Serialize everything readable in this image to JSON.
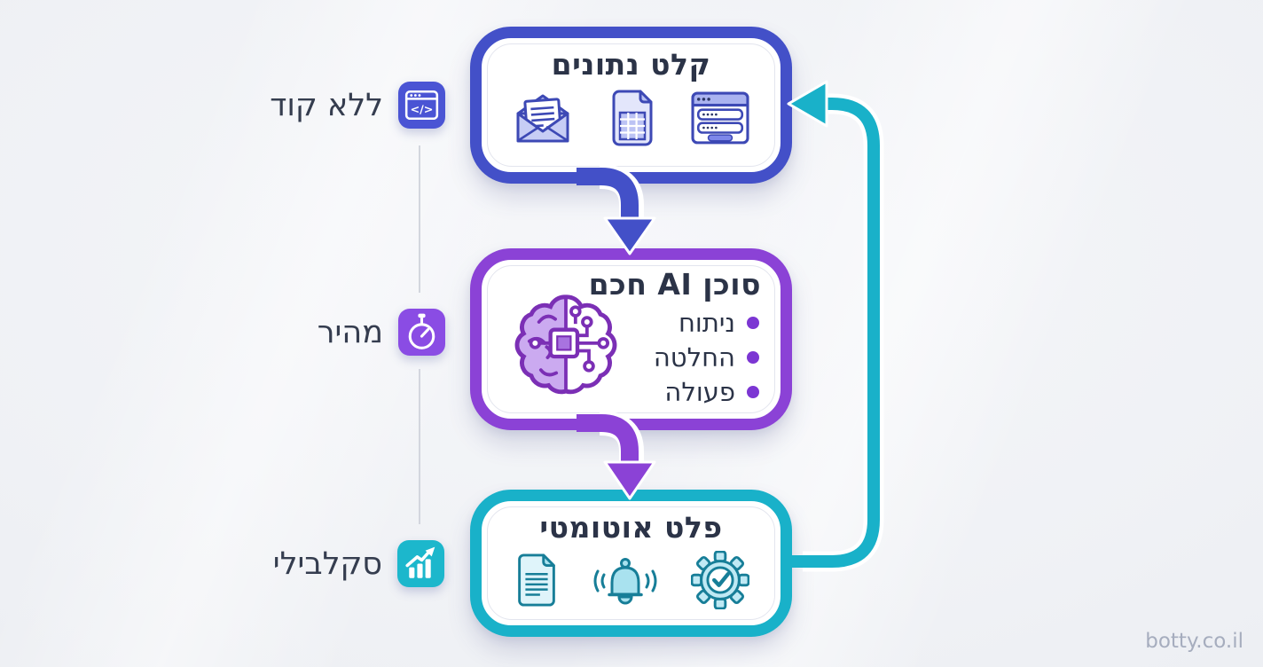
{
  "image": {
    "watermark": "botty.co.il"
  },
  "colors": {
    "indigo": "#4350c8",
    "purple": "#8b42d6",
    "teal": "#19b1c9",
    "title_text": "#2b3347",
    "label_text": "#353d4f"
  },
  "flow": {
    "input_box": {
      "title": "קלט נתונים",
      "icons": [
        "open-email-icon",
        "spreadsheet-icon",
        "web-form-icon"
      ]
    },
    "agent_box": {
      "title": "סוכן AI חכם",
      "icon": "ai-brain-icon",
      "bullets": [
        "ניתוח",
        "החלטה",
        "פעולה"
      ]
    },
    "output_box": {
      "title": "פלט אוטומטי",
      "icons": [
        "document-icon",
        "notification-bell-icon",
        "gear-check-icon"
      ]
    }
  },
  "side_labels": [
    {
      "label": "ללא קוד",
      "icon": "code-window-icon",
      "glyph": "</>"
    },
    {
      "label": "מהיר",
      "icon": "stopwatch-icon"
    },
    {
      "label": "סקלבילי",
      "icon": "growth-chart-icon"
    }
  ],
  "connections": [
    {
      "from": "input_box",
      "to": "agent_box",
      "type": "arrow-down",
      "color": "#4350c8"
    },
    {
      "from": "agent_box",
      "to": "output_box",
      "type": "arrow-down",
      "color": "#8b42d6"
    },
    {
      "from": "output_box",
      "to": "input_box",
      "type": "feedback-loop",
      "color": "#19b1c9"
    }
  ]
}
